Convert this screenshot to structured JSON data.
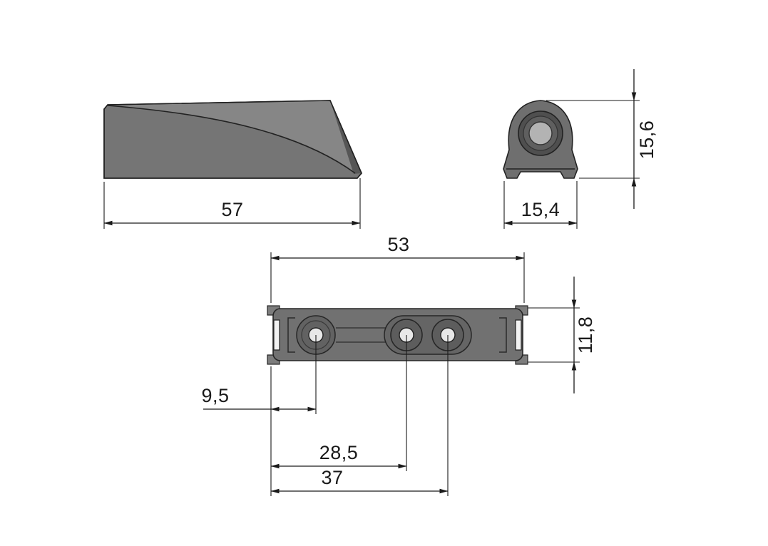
{
  "dimensions": {
    "side_length": "57",
    "end_height": "15,6",
    "end_width": "15,4",
    "plan_length": "53",
    "plan_height": "11,8",
    "hole1_center": "9,5",
    "hole2_center": "28,5",
    "hole3_center": "37"
  },
  "colors": {
    "background": "#ffffff",
    "part_fill": "#757575",
    "part_light": "#868686",
    "part_dark": "#565656",
    "hole_inner_light": "#b3b3b3",
    "plan_hole_inner": "#e8e8e8",
    "line": "#1a1a1a"
  }
}
